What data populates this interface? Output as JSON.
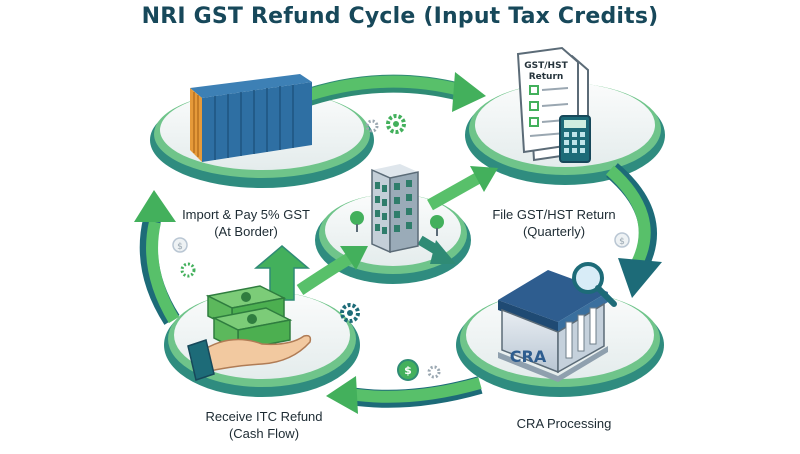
{
  "title": "NRI GST Refund Cycle (Input Tax Credits)",
  "steps": {
    "import": {
      "line1": "Import & Pay 5% GST",
      "line2": "(At Border)",
      "icon": "shipping-container-icon"
    },
    "file": {
      "line1": "File GST/HST Return",
      "line2": "(Quarterly)",
      "icon": "tax-return-document-icon"
    },
    "cra": {
      "line1": "CRA Processing",
      "icon": "government-building-icon"
    },
    "refund": {
      "line1": "Receive ITC Refund",
      "line2": "(Cash Flow)",
      "icon": "money-in-hand-icon"
    },
    "center": {
      "icon": "office-building-icon"
    }
  },
  "icon_text": {
    "return_doc_line1": "GST/HST",
    "return_doc_line2": "Return",
    "cra_sign": "CRA"
  },
  "colors": {
    "title": "#17485a",
    "arrow_green": "#43b05c",
    "arrow_teal": "#1d6b78",
    "platform_top": "#f3f6f6",
    "platform_rim": "#2f8c7f",
    "container_blue": "#2e6fa3",
    "container_orange": "#e69a3a",
    "cash_green": "#4caf50"
  }
}
